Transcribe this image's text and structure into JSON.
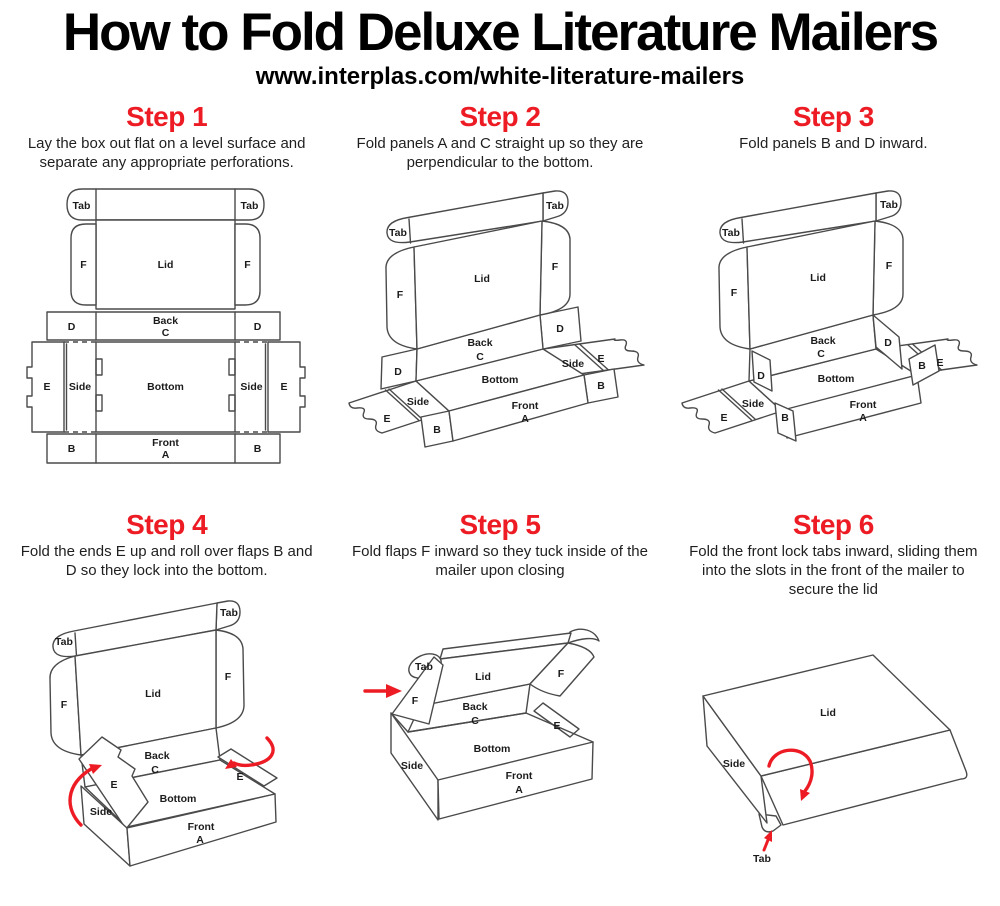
{
  "header": {
    "title": "How to Fold Deluxe Literature Mailers",
    "url": "www.interplas.com/white-literature-mailers"
  },
  "colors": {
    "accent_red": "#ed1c24",
    "line_gray": "#4a4a4a",
    "label_black": "#1b1b1b"
  },
  "steps": [
    {
      "title": "Step 1",
      "description": "Lay the box out flat on a level surface and separate any appropriate perforations."
    },
    {
      "title": "Step 2",
      "description": "Fold panels A and C straight up so they are perpendicular to the bottom."
    },
    {
      "title": "Step 3",
      "description": "Fold panels B and D inward."
    },
    {
      "title": "Step 4",
      "description": "Fold the ends E up and roll over flaps B and D so they lock into the bottom."
    },
    {
      "title": "Step 5",
      "description": "Fold flaps F inward so they tuck inside of the mailer upon closing"
    },
    {
      "title": "Step 6",
      "description": "Fold the front lock tabs inward, sliding them into the slots in the front of the mailer to secure the lid"
    }
  ],
  "panel_labels": {
    "tab": "Tab",
    "f": "F",
    "lid": "Lid",
    "back": "Back",
    "c": "C",
    "d": "D",
    "e": "E",
    "side": "Side",
    "bottom": "Bottom",
    "front": "Front",
    "a": "A",
    "b": "B"
  }
}
